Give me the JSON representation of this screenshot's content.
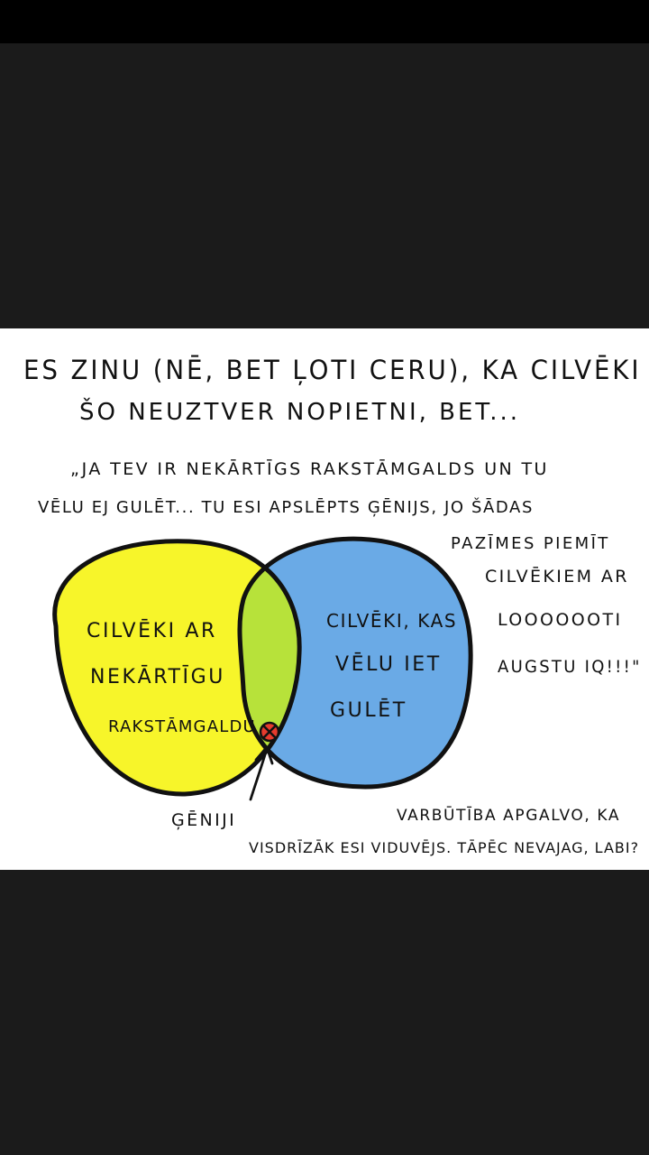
{
  "viewer": {
    "background_color": "#1b1b1b",
    "status_bar_color": "#000000"
  },
  "comic": {
    "title": {
      "line1": "ES ZINU (NĒ, BET ĻOTI CERU), KA CILVĒKI",
      "line2": "ŠO NEUZTVER NOPIETNI, BET..."
    },
    "quote": {
      "line1": "„JA TEV IR NEKĀRTĪGS RAKSTĀMGALDS UN TU",
      "line2": "VĒLU EJ GULĒT... TU ESI APSLĒPTS ĢĒNIJS, JO ŠĀDAS",
      "line3": "PAZĪMES PIEMĪT",
      "line4": "CILVĒKIEM AR",
      "line5": "LOOOOOOTI",
      "line6": "AUGSTU IQ!!!\""
    },
    "venn": {
      "left_circle": {
        "color": "#f7f52a",
        "line1": "CILVĒKI AR",
        "line2": "NEKĀRTĪGU",
        "line3": "RAKSTĀMGALDU"
      },
      "right_circle": {
        "color": "#6aaae6",
        "line1": "CILVĒKI, KAS",
        "line2": "VĒLU IET",
        "line3": "GULĒT"
      },
      "overlap_color": "#b7e23a",
      "marker_color": "#e63b2e",
      "pointer_label": "ĢĒNIJI"
    },
    "footer": {
      "line1": "VARBŪTĪBA APGALVO, KA",
      "line2": "VISDRĪZĀK ESI VIDUVĒJS. TĀPĒC NEVAJAG, LABI?"
    }
  }
}
